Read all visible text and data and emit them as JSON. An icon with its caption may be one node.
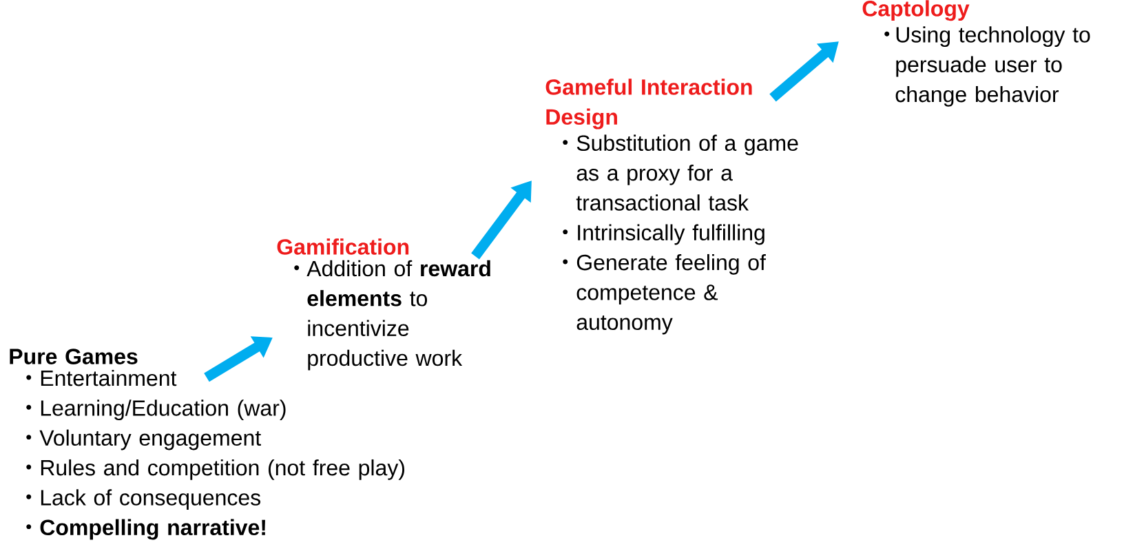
{
  "diagram": {
    "nodes": [
      {
        "text": [
          "Pure Games",
          "Entertainment",
          "Learning/Education (war)",
          "Voluntary engagement",
          "Rules and competition (not free play)",
          "Lack of consequences",
          "Compelling narrative!"
        ]
      },
      {
        "text": [
          "Gamification",
          "Addition of **reward elements** to incentivize productive work"
        ]
      },
      {
        "text": [
          "Gameful Interaction Design",
          "Substitution of a game as a proxy for a transactional task",
          "Intrinsically fulfilling",
          "Generate feeling of competence & autonomy"
        ]
      },
      {
        "text": [
          "Captology",
          "Using technology to persuade user to change behavior"
        ]
      }
    ],
    "edges": [
      {
        "from": 0,
        "to": 1,
        "arrow": "to"
      },
      {
        "from": 1,
        "to": 2,
        "arrow": "to"
      },
      {
        "from": 2,
        "to": 3,
        "arrow": "to"
      }
    ]
  }
}
